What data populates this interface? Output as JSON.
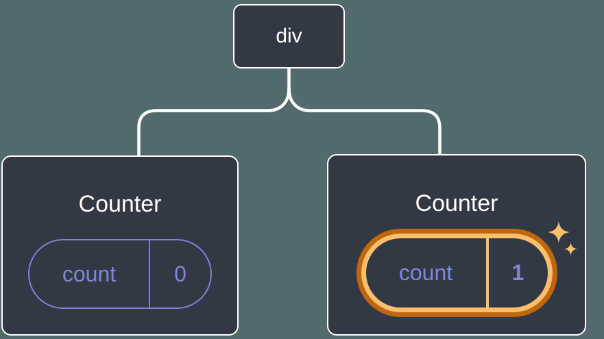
{
  "diagram": {
    "description": "Component tree: a div root with two Counter children holding count state; the second Counter's state pill is highlighted with an orange ring and sparkles",
    "root": {
      "label": "div"
    },
    "children": [
      {
        "title": "Counter",
        "state": {
          "key": "count",
          "value": "0"
        },
        "highlighted": false
      },
      {
        "title": "Counter",
        "state": {
          "key": "count",
          "value": "1"
        },
        "highlighted": true
      }
    ]
  },
  "colors": {
    "background": "#52696d",
    "card_background": "#333845",
    "card_border": "#ffffff",
    "connector_line": "#ffffff",
    "state_purple": "#8087d8",
    "pill_border_purple": "#7e84d4",
    "highlight_ring_dark_orange": "#c0670e",
    "highlight_ring_light_orange": "#fbbf6b",
    "sparkle_orange": "#fbc06d"
  },
  "icons": {
    "sparkles": "sparkles-icon"
  }
}
